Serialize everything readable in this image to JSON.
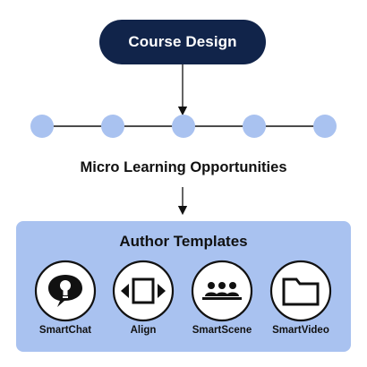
{
  "colors": {
    "navy": "#11244a",
    "node_blue": "#a9c2f0",
    "panel_blue": "#a9c2f0",
    "line": "#111111",
    "white": "#ffffff"
  },
  "top_node": {
    "label": "Course Design"
  },
  "timeline": {
    "node_count": 5
  },
  "middle": {
    "label": "Micro Learning Opportunities"
  },
  "templates": {
    "title": "Author Templates",
    "items": [
      {
        "label": "SmartChat",
        "icon": "chat-lightbulb-icon"
      },
      {
        "label": "Align",
        "icon": "align-arrows-icon"
      },
      {
        "label": "SmartScene",
        "icon": "group-people-icon"
      },
      {
        "label": "SmartVideo",
        "icon": "folder-icon"
      }
    ]
  }
}
